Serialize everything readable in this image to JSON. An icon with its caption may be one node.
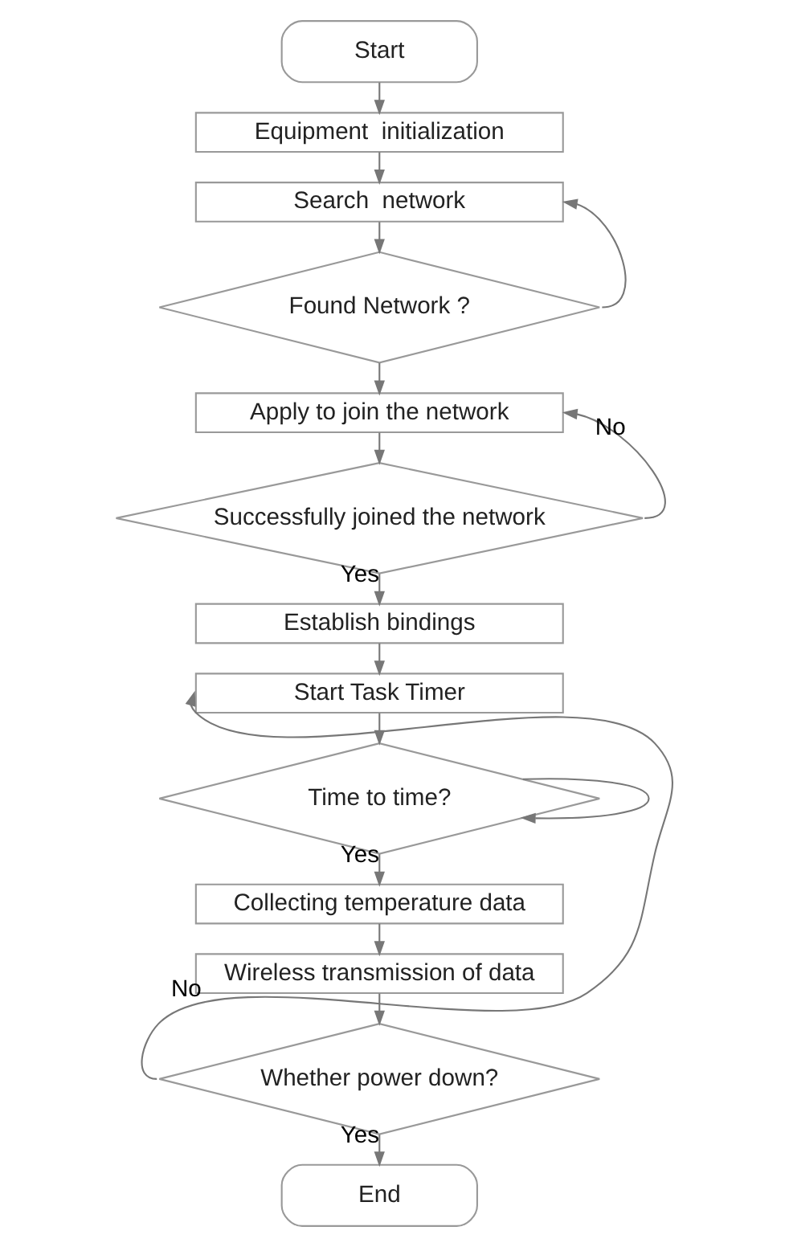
{
  "diagram": {
    "nodes": [
      {
        "text": [
          "Start"
        ]
      },
      {
        "text": [
          "Equipment  initialization"
        ]
      },
      {
        "text": [
          "Search  network"
        ]
      },
      {
        "text": [
          "Found Network ?"
        ]
      },
      {
        "text": [
          "Apply to join the network"
        ]
      },
      {
        "text": [
          "Successfully joined the network"
        ]
      },
      {
        "text": [
          "Establish bindings"
        ]
      },
      {
        "text": [
          "Start Task Timer"
        ]
      },
      {
        "text": [
          "Time to time?"
        ]
      },
      {
        "text": [
          "Collecting temperature data"
        ]
      },
      {
        "text": [
          "Wireless transmission of data"
        ]
      },
      {
        "text": [
          "Whether power down?"
        ]
      },
      {
        "text": [
          "End"
        ]
      }
    ],
    "edges": [
      {
        "from": 0,
        "to": 1,
        "arrow": "to"
      },
      {
        "from": 1,
        "to": 2,
        "arrow": "to"
      },
      {
        "from": 2,
        "to": 3,
        "arrow": "to"
      },
      {
        "from": 3,
        "to": 4,
        "arrow": "to"
      },
      {
        "from": 3,
        "to": 2,
        "arrow": "to"
      },
      {
        "from": 4,
        "to": 5,
        "arrow": "to"
      },
      {
        "from": 5,
        "to": 6,
        "arrow": "to",
        "label": "Yes"
      },
      {
        "from": 5,
        "to": 4,
        "arrow": "to",
        "label": "No"
      },
      {
        "from": 6,
        "to": 7,
        "arrow": "to"
      },
      {
        "from": 7,
        "to": 8,
        "arrow": "to"
      },
      {
        "from": 8,
        "to": 8,
        "arrow": "to"
      },
      {
        "from": 8,
        "to": 9,
        "arrow": "to",
        "label": "Yes"
      },
      {
        "from": 9,
        "to": 10,
        "arrow": "to"
      },
      {
        "from": 10,
        "to": 11,
        "arrow": "to"
      },
      {
        "from": 11,
        "to": 12,
        "arrow": "to",
        "label": "Yes"
      },
      {
        "from": 11,
        "to": 7,
        "arrow": "to",
        "label": "No"
      }
    ]
  }
}
